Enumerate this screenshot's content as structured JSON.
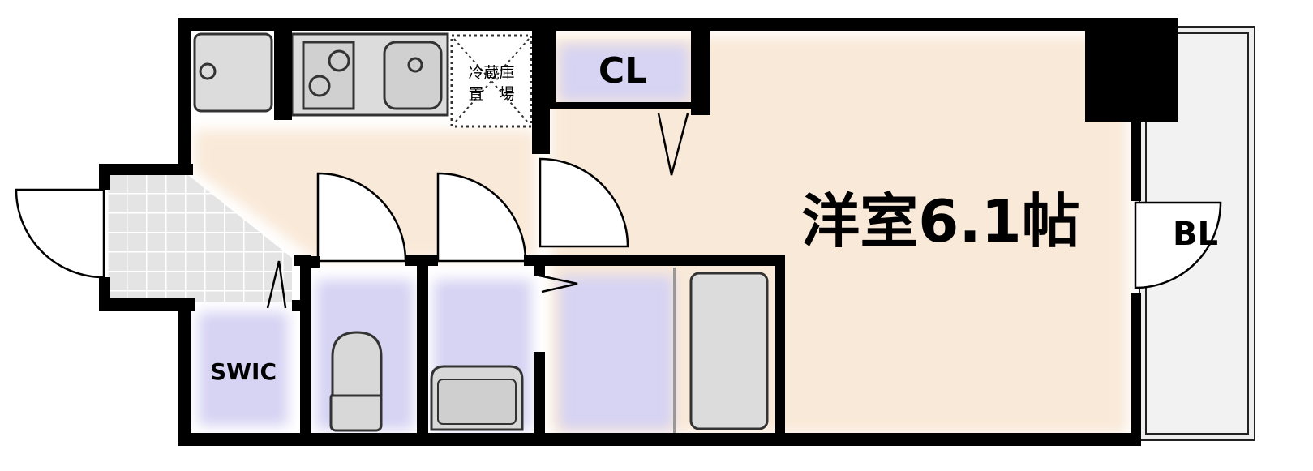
{
  "labels": {
    "closet": "CL",
    "fridge_line1": "冷蔵庫",
    "fridge_line2": "置　場",
    "room": "洋室6.1帖",
    "balcony": "BL",
    "walk_in_closet": "SWIC"
  },
  "colors": {
    "wall": "#000000",
    "room_floor": "#f9e9d8",
    "wet_area": "#d6d3f3",
    "fixture_gray": "#dcdcdc",
    "entrance_tile": "#e4e4e4",
    "balcony_fill": "#eeeeee"
  }
}
